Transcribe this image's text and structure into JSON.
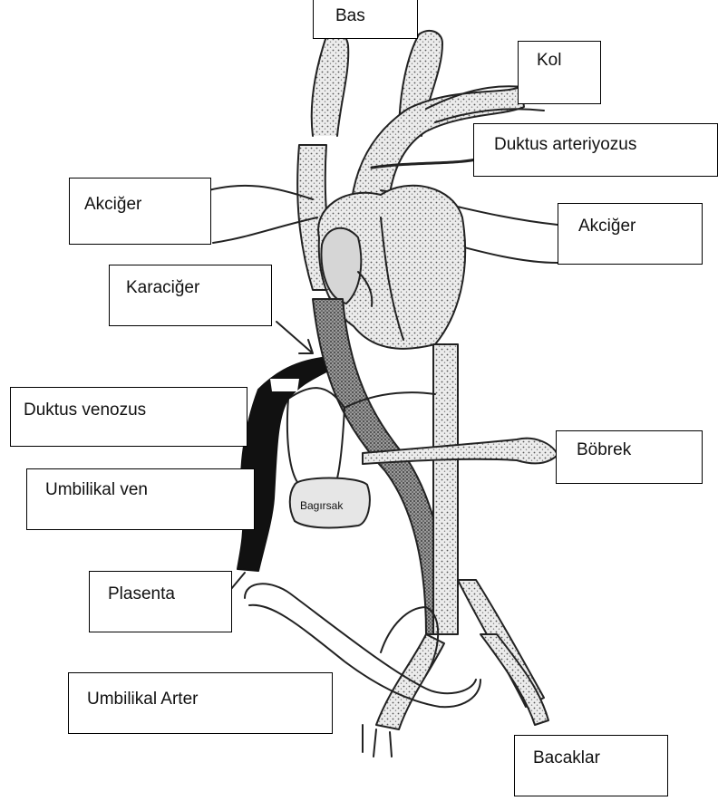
{
  "labels": {
    "head": "Bas",
    "arm": "Kol",
    "ductus_arteriosus": "Duktus arteriyozus",
    "lung_left": "Akciğer",
    "lung_right": "Akciğer",
    "liver": "Karaciğer",
    "ductus_venosus": "Duktus venozus",
    "kidney": "Böbrek",
    "umbilical_vein": "Umbilikal ven",
    "placenta": "Plasenta",
    "umbilical_artery": "Umbilikal Arter",
    "legs": "Bacaklar",
    "intestine": "Bagırsak"
  },
  "colors": {
    "outline": "#222222",
    "vessel_fill": "#e3e3e3",
    "umbilical_vein_fill": "#111111",
    "stipple": "#555555"
  }
}
